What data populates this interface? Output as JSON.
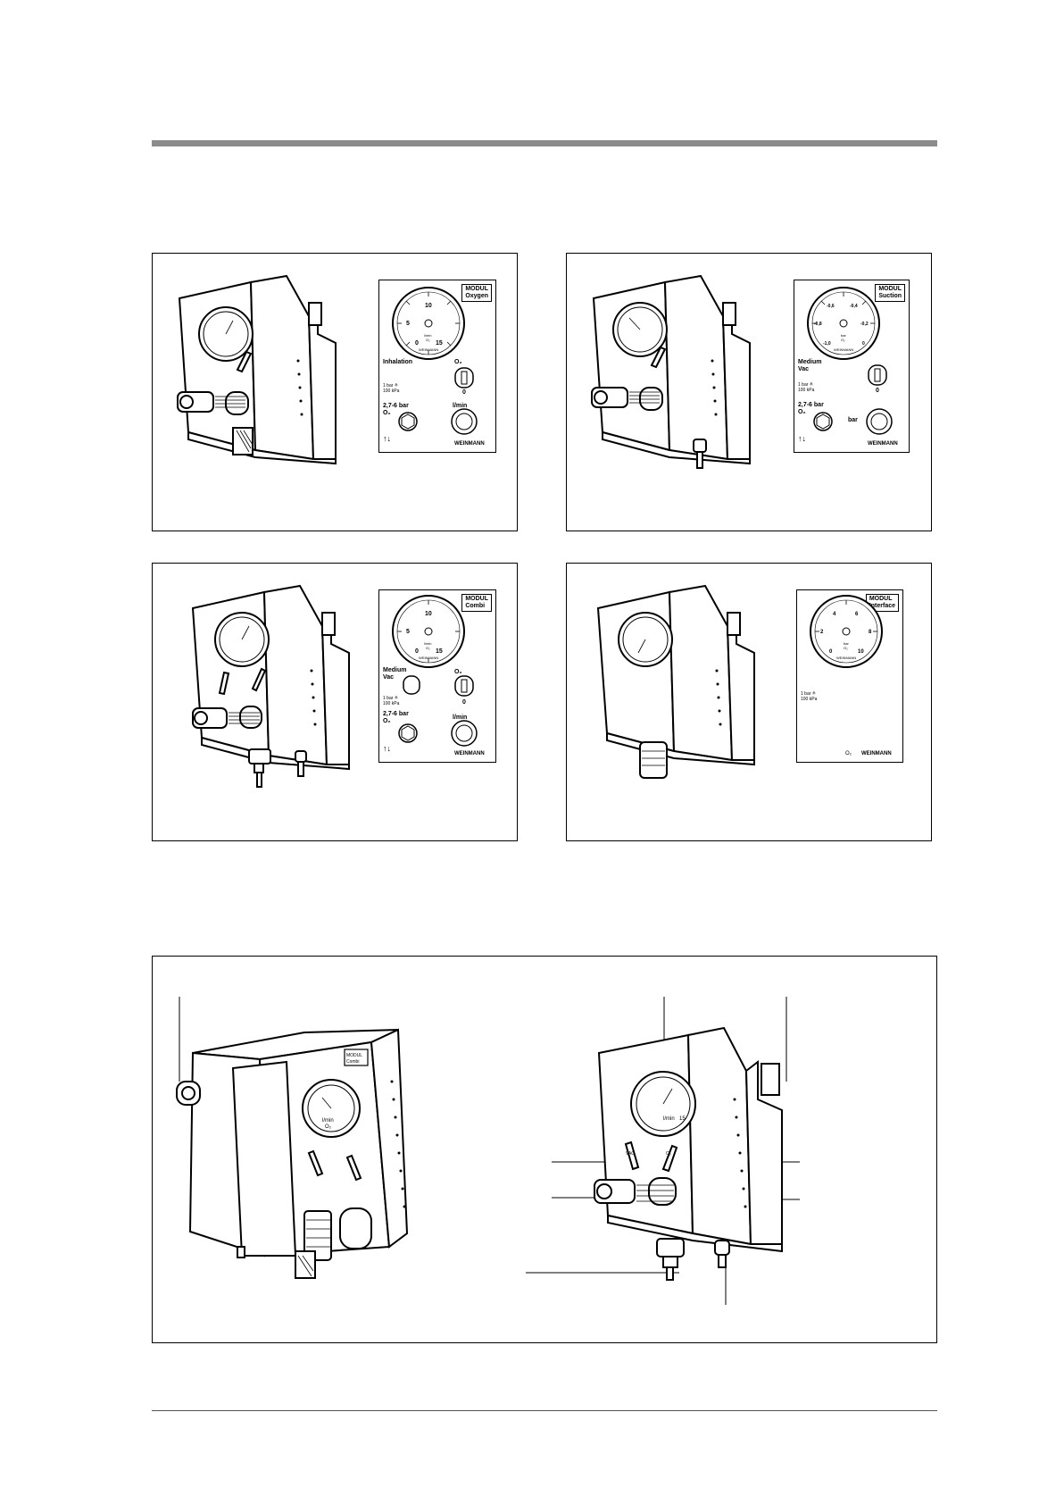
{
  "figures": [
    {
      "id": "oxygen",
      "badge": [
        "MODUL",
        "Oxygen"
      ],
      "mode_label": [
        "Inhalation"
      ],
      "pressure_note": [
        "1 bar ≙",
        "100 kPa"
      ],
      "supply_label": [
        "2,7-6 bar",
        "O₂"
      ],
      "flow_label": "l/min",
      "switch_top": "O₂",
      "switch_bottom": "0",
      "gauge_numbers": [
        "10",
        "5",
        "0",
        "15"
      ],
      "gauge_unit": "l/min",
      "gauge_gas": "O₂",
      "brand": "WEINMANN",
      "knob_label": "l/min"
    },
    {
      "id": "suction",
      "badge": [
        "MODUL",
        "Suction"
      ],
      "mode_label": [
        "Medium",
        "Vac"
      ],
      "pressure_note": [
        "1 bar ≙",
        "100 kPa"
      ],
      "supply_label": [
        "2,7-6 bar",
        "O₂"
      ],
      "flow_label": "bar",
      "switch_top": "",
      "switch_bottom": "0",
      "gauge_numbers": [
        "-0,6",
        "-0,4",
        "-0,8",
        "-0,2",
        "-1,0",
        "0"
      ],
      "gauge_unit": "bar",
      "gauge_gas": "O₂",
      "brand": "WEINMANN",
      "knob_label": "bar"
    },
    {
      "id": "combi",
      "badge": [
        "MODUL",
        "Combi"
      ],
      "mode_label": [
        "Medium",
        "Vac"
      ],
      "pressure_note": [
        "1 bar ≙",
        "100 kPa"
      ],
      "supply_label": [
        "2,7-6 bar",
        "O₂"
      ],
      "flow_label": "l/min",
      "switch_top": "O₂",
      "switch_bottom": "0",
      "gauge_numbers": [
        "10",
        "5",
        "0",
        "15"
      ],
      "gauge_unit": "l/min",
      "gauge_gas": "O₂",
      "brand": "WEINMANN",
      "knob_label": "l/min"
    },
    {
      "id": "interface",
      "badge": [
        "MODUL",
        "Interface"
      ],
      "mode_label": [],
      "pressure_note": [
        "1 bar ≙",
        "100 kPa"
      ],
      "supply_label": [],
      "flow_label": "",
      "switch_top": "",
      "switch_bottom": "",
      "gauge_numbers": [
        "4",
        "6",
        "2",
        "8",
        "0",
        "10"
      ],
      "gauge_unit": "bar",
      "gauge_gas": "O₂",
      "brand": "WEINMANN",
      "bottom_gas": "O₂",
      "knob_label": ""
    }
  ],
  "detail": {
    "left_badge": [
      "MODUL",
      "Combi"
    ],
    "left_gauge_unit": "l/min",
    "left_gauge_gas": "O₂",
    "right_gauge_numbers": [
      "l/min",
      "15"
    ],
    "right_label_vac": "VAC",
    "right_label_o2": "O₂"
  },
  "colors": {
    "rule": "#8c8c8c",
    "ink": "#000000",
    "paper": "#ffffff"
  }
}
